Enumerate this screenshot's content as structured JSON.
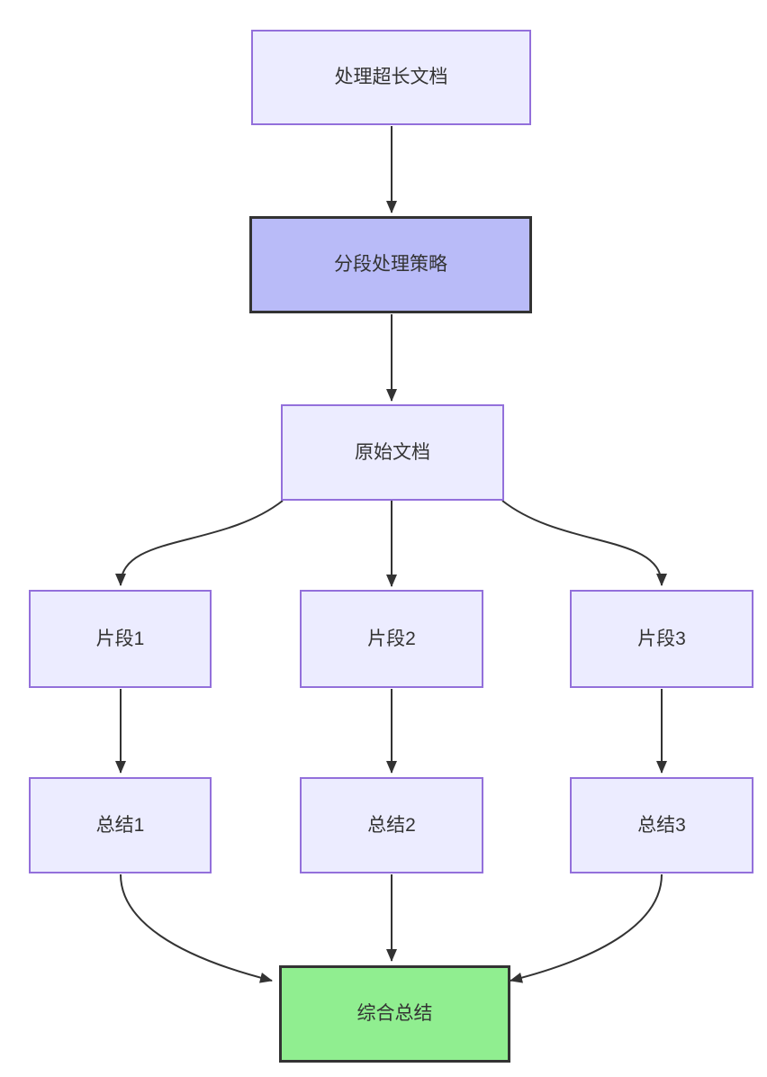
{
  "diagram": {
    "type": "flowchart",
    "direction": "top-down",
    "nodes": [
      {
        "id": "A",
        "label": "处理超长文档",
        "style": "default"
      },
      {
        "id": "B",
        "label": "分段处理策略",
        "style": "emphasis"
      },
      {
        "id": "C",
        "label": "原始文档",
        "style": "default"
      },
      {
        "id": "D1",
        "label": "片段1",
        "style": "default"
      },
      {
        "id": "D2",
        "label": "片段2",
        "style": "default"
      },
      {
        "id": "D3",
        "label": "片段3",
        "style": "default"
      },
      {
        "id": "E1",
        "label": "总结1",
        "style": "default"
      },
      {
        "id": "E2",
        "label": "总结2",
        "style": "default"
      },
      {
        "id": "E3",
        "label": "总结3",
        "style": "default"
      },
      {
        "id": "F",
        "label": "综合总结",
        "style": "success"
      }
    ],
    "edges": [
      {
        "from": "处理超长文档",
        "to": "分段处理策略"
      },
      {
        "from": "分段处理策略",
        "to": "原始文档"
      },
      {
        "from": "原始文档",
        "to": "片段1"
      },
      {
        "from": "原始文档",
        "to": "片段2"
      },
      {
        "from": "原始文档",
        "to": "片段3"
      },
      {
        "from": "片段1",
        "to": "总结1"
      },
      {
        "from": "片段2",
        "to": "总结2"
      },
      {
        "from": "片段3",
        "to": "总结3"
      },
      {
        "from": "总结1",
        "to": "综合总结"
      },
      {
        "from": "总结2",
        "to": "综合总结"
      },
      {
        "from": "总结3",
        "to": "综合总结"
      }
    ],
    "colors": {
      "node_fill": "#ECECFF",
      "node_border": "#9370DB",
      "emphasis_fill": "#B9BBF8",
      "emphasis_border": "#333333",
      "success_fill": "#90EE90",
      "success_border": "#333333",
      "edge": "#333333",
      "text": "#333333",
      "background": "#FFFFFF"
    }
  }
}
